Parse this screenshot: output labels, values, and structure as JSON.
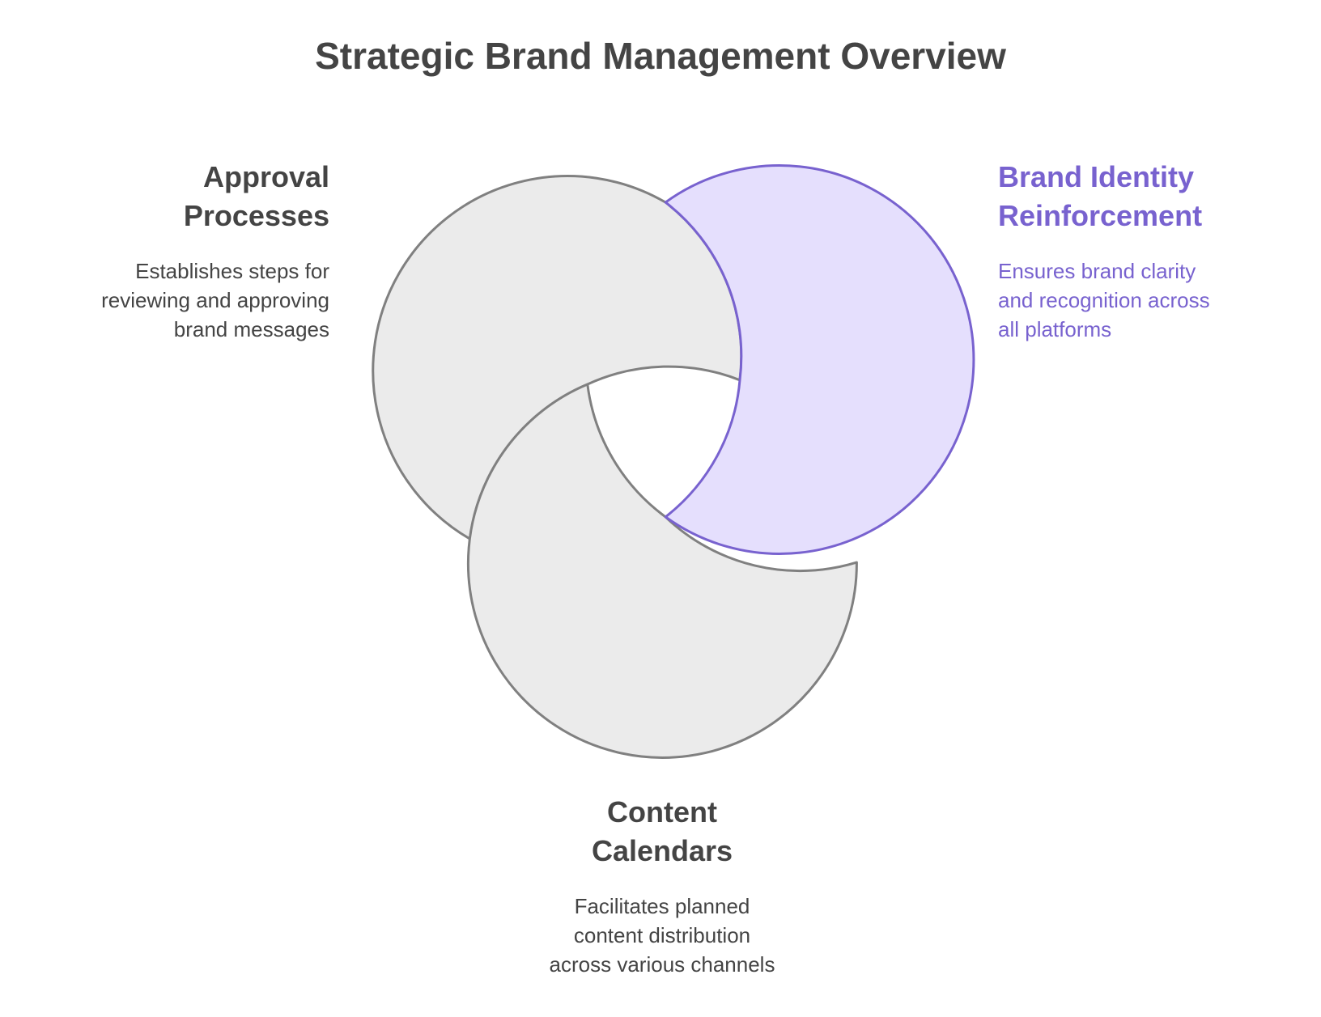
{
  "title": "Strategic Brand Management Overview",
  "colors": {
    "neutral_fill": "#ebebeb",
    "neutral_stroke": "#808080",
    "accent_fill": "#e5dffd",
    "accent_stroke": "#7862cf",
    "text_dark": "#444444"
  },
  "sets": {
    "approval": {
      "heading": "Approval Processes",
      "heading_lines": [
        "Approval",
        "Processes"
      ],
      "description_lines": [
        "Establishes steps for",
        "reviewing and approving",
        "brand messages"
      ]
    },
    "identity": {
      "heading": "Brand Identity Reinforcement",
      "heading_lines": [
        "Brand Identity",
        "Reinforcement"
      ],
      "description_lines": [
        "Ensures brand clarity",
        "and recognition across",
        "all platforms"
      ]
    },
    "content": {
      "heading": "Content Calendars",
      "heading_lines": [
        "Content",
        "Calendars"
      ],
      "description_lines": [
        "Facilitates planned",
        "content distribution",
        "across various channels"
      ]
    }
  }
}
